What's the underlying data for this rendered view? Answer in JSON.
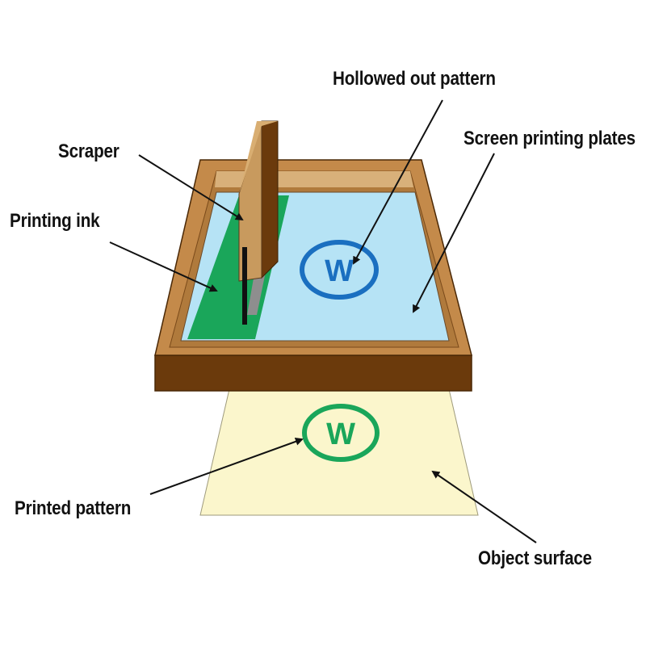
{
  "labels": {
    "hollowed_out_pattern": "Hollowed out pattern",
    "screen_printing_plates": "Screen printing plates",
    "scraper": "Scraper",
    "printing_ink": "Printing ink",
    "printed_pattern": "Printed pattern",
    "object_surface": "Object surface"
  },
  "symbols": {
    "screen_letter": "W",
    "printed_letter": "W"
  },
  "colors": {
    "frame_wood": "#c48a4a",
    "frame_dark": "#6b3a0c",
    "screen_mesh": "#b6e3f5",
    "ink_green": "#1aa65a",
    "screen_symbol_blue": "#1a6fc0",
    "object_surface": "#fbf6cc",
    "scraper_wood": "#c89a5e"
  }
}
